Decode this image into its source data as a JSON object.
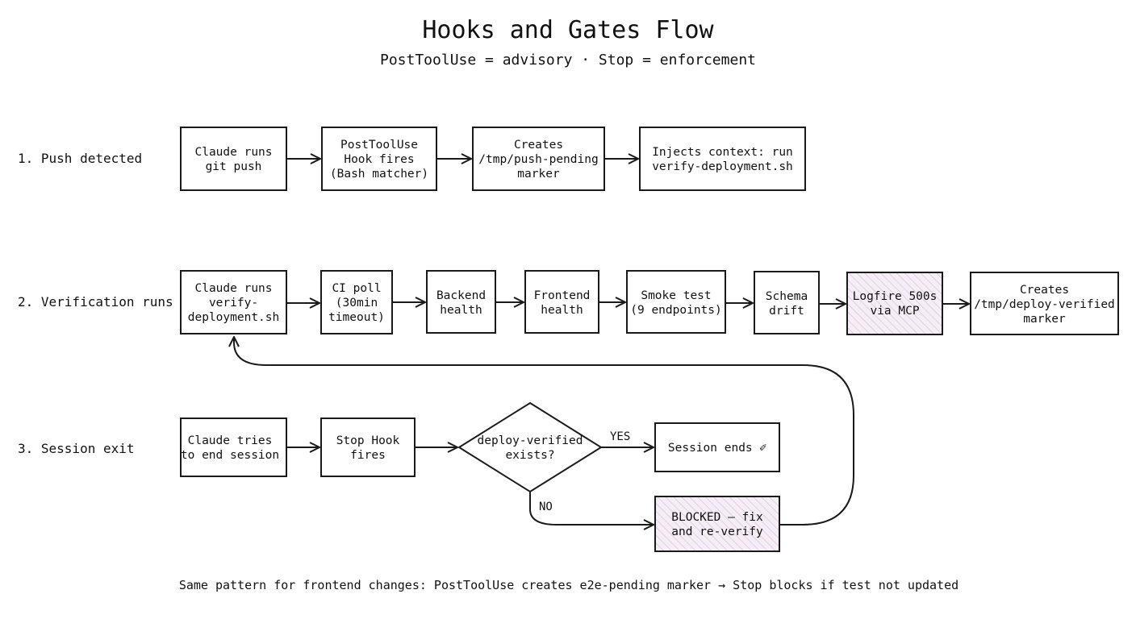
{
  "header": {
    "title": "Hooks and Gates Flow",
    "subtitle": "PostToolUse = advisory · Stop = enforcement"
  },
  "colors": {
    "stroke": "#1a1a1a",
    "background": "#ffffff",
    "highlight_fill": "#f6eef6",
    "highlight_hatch": "#d9b8d9"
  },
  "rows": [
    {
      "label": "1. Push detected",
      "nodes": [
        {
          "id": "push-1",
          "lines": [
            "Claude runs",
            "git push"
          ]
        },
        {
          "id": "push-2",
          "lines": [
            "PostToolUse",
            "Hook fires",
            "(Bash matcher)"
          ]
        },
        {
          "id": "push-3",
          "lines": [
            "Creates",
            "/tmp/push-pending",
            "marker"
          ]
        },
        {
          "id": "push-4",
          "lines": [
            "Injects context: run",
            "verify-deployment.sh"
          ]
        }
      ]
    },
    {
      "label": "2. Verification runs",
      "nodes": [
        {
          "id": "verify-1",
          "lines": [
            "Claude runs",
            "verify-",
            "deployment.sh"
          ]
        },
        {
          "id": "verify-2",
          "lines": [
            "CI poll",
            "(30min",
            "timeout)"
          ]
        },
        {
          "id": "verify-3",
          "lines": [
            "Backend",
            "health"
          ]
        },
        {
          "id": "verify-4",
          "lines": [
            "Frontend",
            "health"
          ]
        },
        {
          "id": "verify-5",
          "lines": [
            "Smoke test",
            "(9 endpoints)"
          ]
        },
        {
          "id": "verify-6",
          "lines": [
            "Schema",
            "drift"
          ]
        },
        {
          "id": "verify-7",
          "lines": [
            "Logfire 500s",
            "via MCP"
          ],
          "highlighted": true
        },
        {
          "id": "verify-8",
          "lines": [
            "Creates",
            "/tmp/deploy-verified",
            "marker"
          ]
        }
      ]
    },
    {
      "label": "3. Session exit",
      "nodes": [
        {
          "id": "exit-1",
          "lines": [
            "Claude tries",
            "to end session"
          ]
        },
        {
          "id": "exit-2",
          "lines": [
            "Stop Hook",
            "fires"
          ]
        },
        {
          "id": "exit-decision",
          "lines": [
            "deploy-verified",
            "exists?"
          ],
          "shape": "diamond"
        },
        {
          "id": "exit-yes",
          "lines": [
            "Session ends ✐"
          ]
        },
        {
          "id": "exit-no",
          "lines": [
            "BLOCKED — fix",
            "and re-verify"
          ],
          "highlighted": true
        }
      ]
    }
  ],
  "edge_labels": {
    "yes": "YES",
    "no": "NO"
  },
  "footer": "Same pattern for frontend changes: PostToolUse creates e2e-pending marker → Stop blocks if test not updated"
}
